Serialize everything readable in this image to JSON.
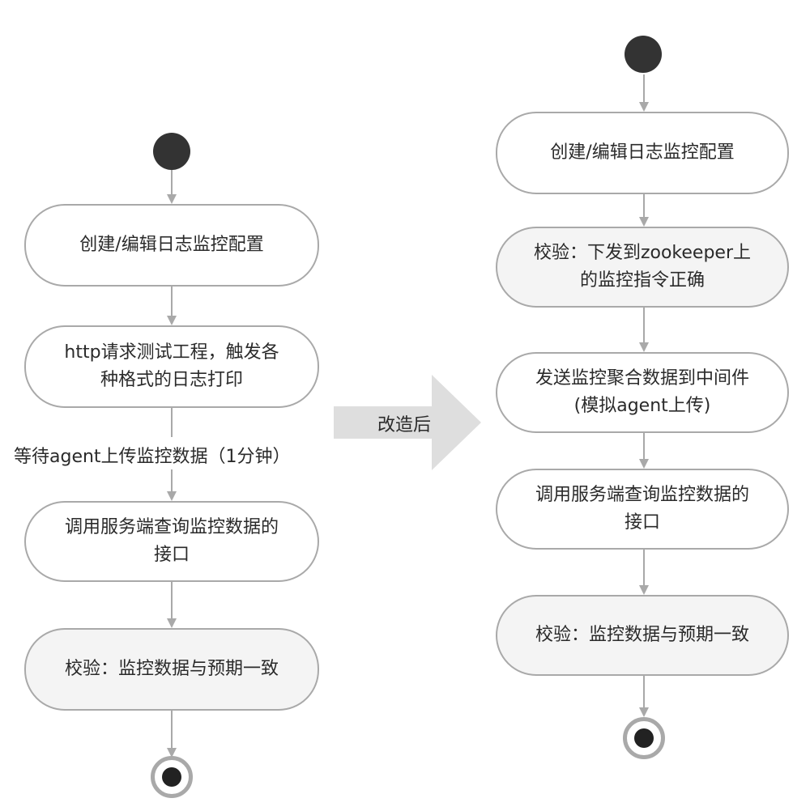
{
  "colors": {
    "node_border": "#a9a9a9",
    "gray_fill": "#f4f4f4",
    "start_fill": "#333333",
    "arrow": "#a9a9a9",
    "big_arrow": "#dedede"
  },
  "left_flow": {
    "node_create": "创建/编辑日志监控配置",
    "node_http": "http请求测试工程，触发各\n种格式的日志打印",
    "edge_wait": "等待agent上传监控数据（1分钟）",
    "node_query": "调用服务端查询监控数据的\n接口",
    "node_verify": "校验：监控数据与预期一致"
  },
  "transition_label": "改造后",
  "right_flow": {
    "node_create": "创建/编辑日志监控配置",
    "node_check_zk": "校验：下发到zookeeper上\n的监控指令正确",
    "node_send": "发送监控聚合数据到中间件\n(模拟agent上传)",
    "node_query": "调用服务端查询监控数据的\n接口",
    "node_verify": "校验：监控数据与预期一致"
  }
}
